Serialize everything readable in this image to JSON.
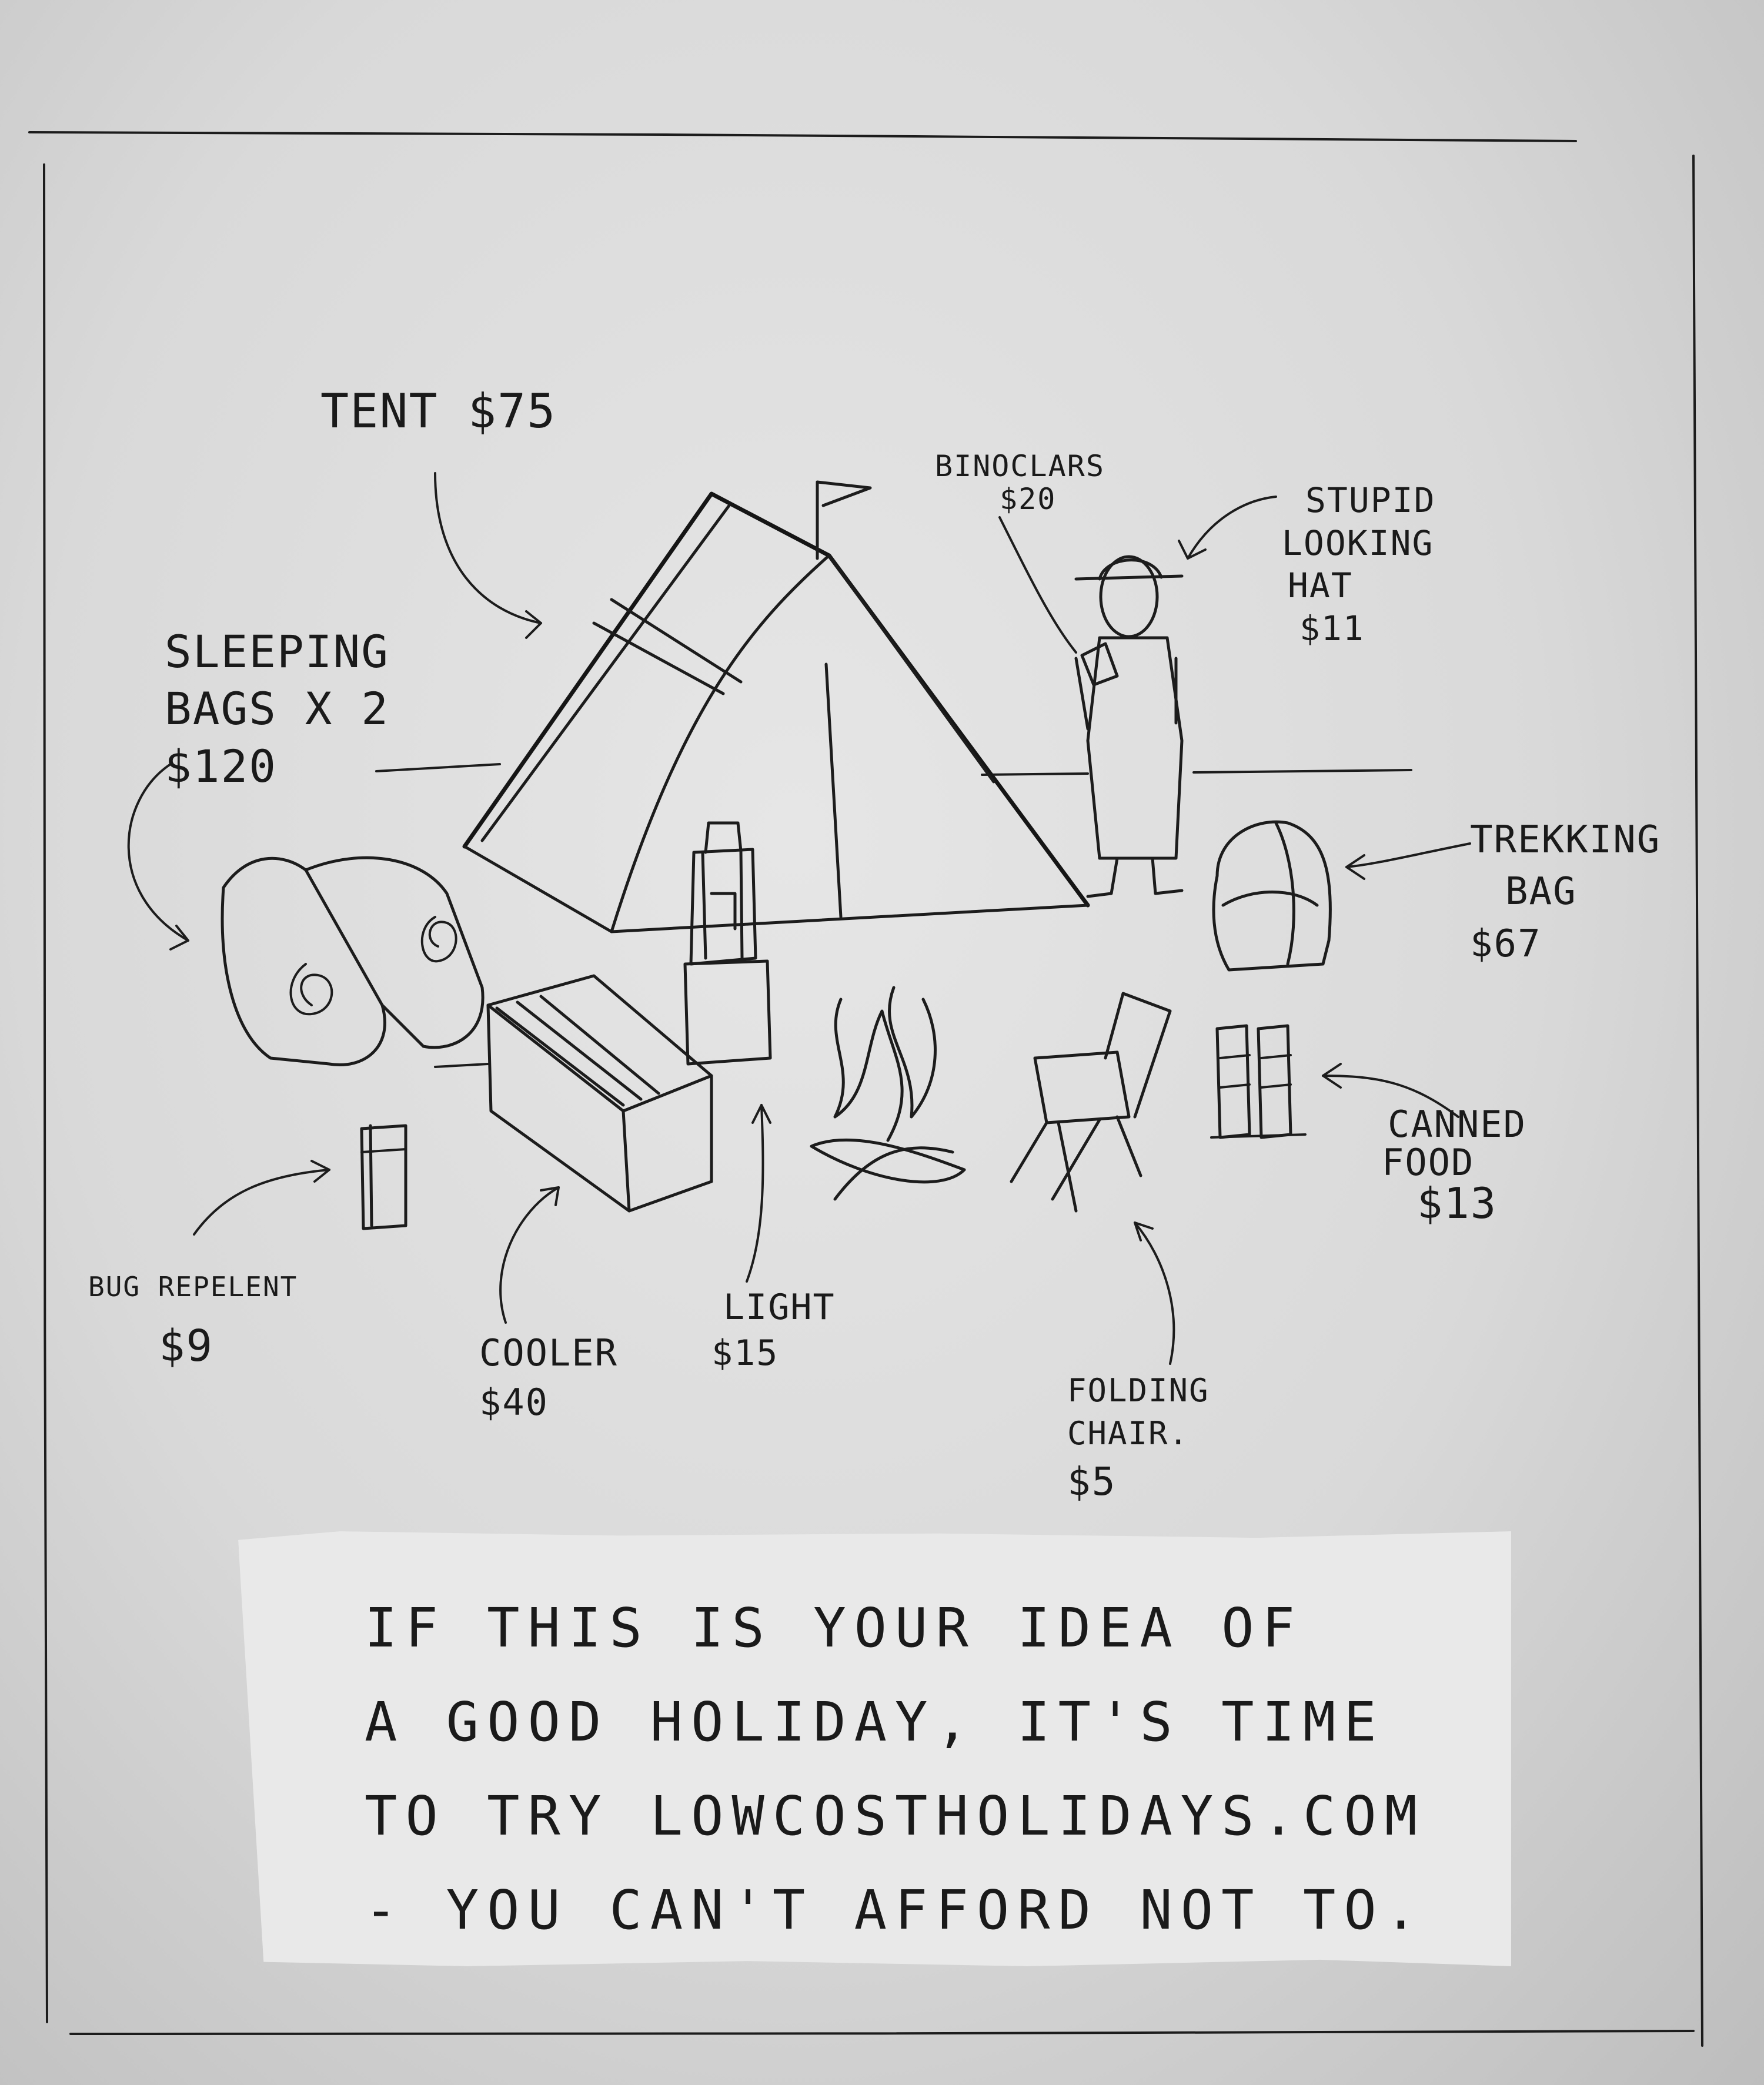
{
  "items": [
    {
      "name": "tent",
      "label_lines": [
        "tent $75"
      ]
    },
    {
      "name": "binoculars",
      "label_lines": [
        "BINOCLARS",
        "$20"
      ]
    },
    {
      "name": "hat",
      "label_lines": [
        "STUPID",
        "LOOKING",
        "HAT",
        "$11"
      ]
    },
    {
      "name": "sleeping-bags",
      "label_lines": [
        "SLEEPING",
        "BAGS X 2",
        "$120"
      ]
    },
    {
      "name": "trekking-bag",
      "label_lines": [
        "TREKKING",
        "BAG",
        "$67"
      ]
    },
    {
      "name": "canned-food",
      "label_lines": [
        "CANNED",
        "FOOD",
        "$13"
      ]
    },
    {
      "name": "bug-repellent",
      "label_lines": [
        "BUG REPELENT",
        "$9"
      ]
    },
    {
      "name": "cooler",
      "label_lines": [
        "COOLER",
        "$40"
      ]
    },
    {
      "name": "light",
      "label_lines": [
        "LIGHT",
        "$15"
      ]
    },
    {
      "name": "folding-chair",
      "label_lines": [
        "FOLDING",
        "CHAIR.",
        "$5"
      ]
    }
  ],
  "note": {
    "lines": [
      "IF THIS IS YOUR IDEA OF",
      "A GOOD HOLIDAY, IT'S TIME",
      "TO TRY LOWCOSTHOLIDAYS.COM",
      "- YOU CAN'T AFFORD NOT TO."
    ]
  },
  "colors": {
    "paper": "#e0e0e0",
    "ink": "#1c1c1c",
    "note": "#e9e9e9"
  }
}
